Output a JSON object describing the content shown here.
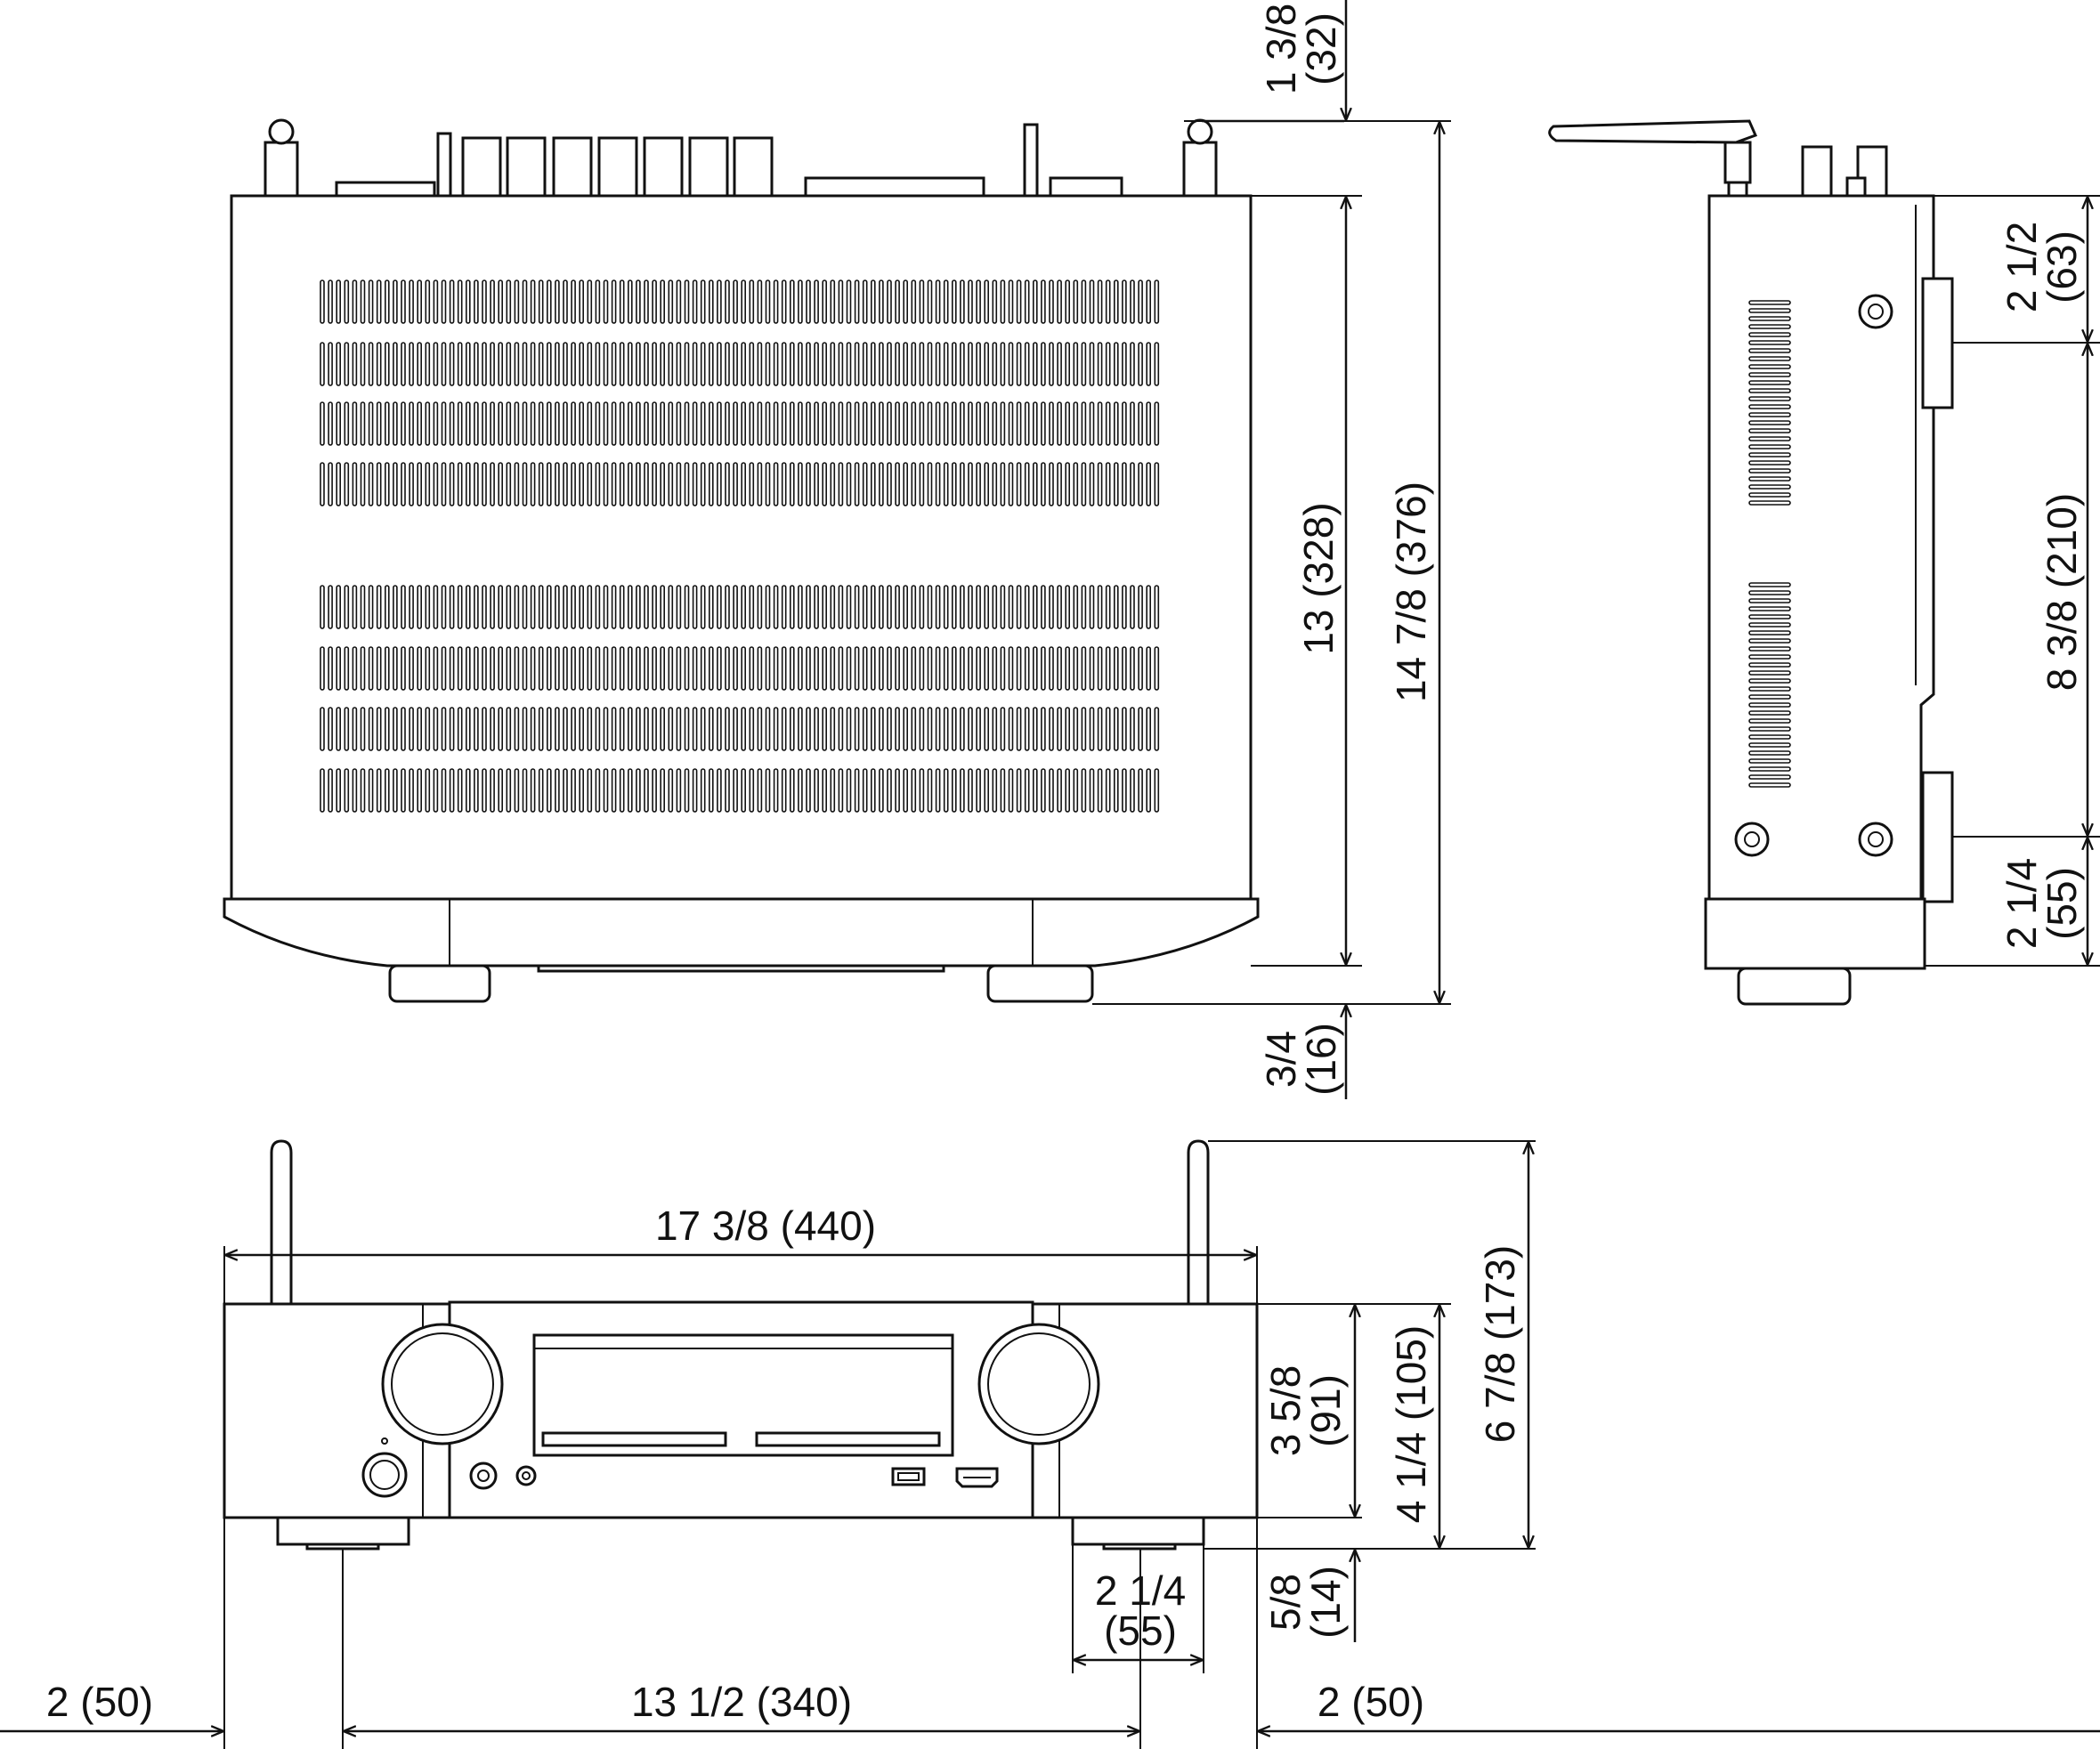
{
  "top_view": {
    "dims": {
      "antenna": "1 3/8",
      "antenna_mm": "(32)",
      "depth": "13 (328)",
      "overall_depth": "14 7/8 (376)",
      "knob": "3/4",
      "knob_mm": "(16)"
    }
  },
  "side_view": {
    "dims": {
      "top_offset": "2 1/2",
      "top_offset_mm": "(63)",
      "foot_spacing": "8 3/8 (210)",
      "bottom_offset": "2 1/4",
      "bottom_offset_mm": "(55)"
    }
  },
  "front_view": {
    "dims": {
      "width": "17 3/8 (440)",
      "panel_height": "3 5/8",
      "panel_height_mm": "(91)",
      "body_height": "4 1/4 (105)",
      "overall_height": "6 7/8 (173)",
      "foot_height": "5/8",
      "foot_height_mm": "(14)",
      "foot_width": "2 1/4",
      "foot_width_mm": "(55)",
      "left_margin": "2 (50)",
      "foot_spacing": "13 1/2 (340)",
      "right_margin": "2 (50)"
    }
  }
}
